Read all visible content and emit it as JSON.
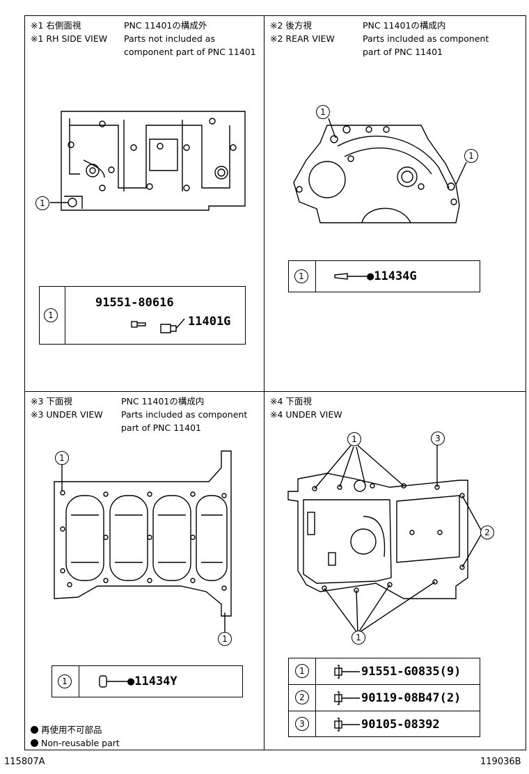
{
  "panels": {
    "p1": {
      "title_jp": "※1 右側面視",
      "title_en": "※1 RH SIDE VIEW",
      "note_jp": "PNC 11401の構成外",
      "note_en": [
        "Parts not included as",
        "component part of PNC 11401"
      ],
      "callouts": [
        "1"
      ],
      "table": {
        "num": "1",
        "parts": [
          "91551-80616",
          "11401G"
        ]
      }
    },
    "p2": {
      "title_jp": "※2 後方視",
      "title_en": "※2 REAR VIEW",
      "note_jp": "PNC 11401の構成内",
      "note_en": [
        "Parts included as component",
        "part of PNC 11401"
      ],
      "callouts": [
        "1",
        "1"
      ],
      "table": {
        "num": "1",
        "parts": [
          "●11434G"
        ]
      }
    },
    "p3": {
      "title_jp": "※3 下面視",
      "title_en": "※3 UNDER VIEW",
      "note_jp": "PNC 11401の構成内",
      "note_en": [
        "Parts included as component",
        "part of PNC 11401"
      ],
      "callouts": [
        "1",
        "1"
      ],
      "table": {
        "num": "1",
        "parts": [
          "●11434Y"
        ]
      }
    },
    "p4": {
      "title_jp": "※4 下面視",
      "title_en": "※4 UNDER VIEW",
      "callouts": [
        "1",
        "3",
        "2",
        "1"
      ],
      "table": [
        {
          "num": "1",
          "part": "91551-G0835(9)"
        },
        {
          "num": "2",
          "part": "90119-08B47(2)"
        },
        {
          "num": "3",
          "part": "90105-08392"
        }
      ]
    }
  },
  "legend": {
    "jp": "再使用不可部品",
    "en": "Non-reusable part"
  },
  "refs": {
    "left": "115807A",
    "right": "119036B"
  }
}
